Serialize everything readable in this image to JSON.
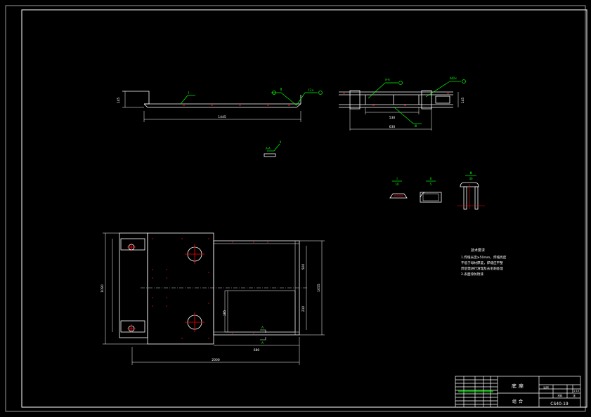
{
  "colors": {
    "background": "#000000",
    "line": "#ffffff",
    "callout": "#00ff00",
    "center": "#ff0000"
  },
  "views": {
    "front": {
      "len_dim": "1445",
      "height_dim": "145",
      "callout_left": "Ⅰ",
      "callout_mid": "Ⅱ",
      "callout_right": "C3×"
    },
    "side": {
      "callout_top": "A-A",
      "callout_right": "Ⅱ40×",
      "callout_bottom": "Ⅲ",
      "dim_inner": "530",
      "dim_outer": "630",
      "dim_height": "145"
    },
    "section_aa": {
      "label": "A-A",
      "callout": "Ⅱ"
    },
    "details": [
      {
        "label": "Ⅰ",
        "scale": "10"
      },
      {
        "label": "Ⅱ",
        "scale": "5"
      },
      {
        "label": "Ⅲ",
        "scale": "30"
      }
    ],
    "plan": {
      "dim_total": "2000",
      "dim_inner": "680",
      "dim_left_v": "1090",
      "dim_right_v": "1055",
      "dim_r1": "500",
      "dim_r2": "210",
      "dim_mid": "185",
      "section_mark": "A"
    }
  },
  "notes": {
    "title": "技术要求",
    "lines": [
      "1.焊缝长度≥50mm，焊缝高度",
      "不低于母材厚度，焊缝应平整",
      "焊后需进行清理及去毛刺处理",
      "2.表面涂防锈漆"
    ]
  },
  "title_block": {
    "part_name": "底座",
    "assembly": "组合",
    "drawing_no": "CS40-19",
    "scale_label": "比例",
    "scale_value": "1:10",
    "sheet_label": "张",
    "material_label": "材料"
  }
}
